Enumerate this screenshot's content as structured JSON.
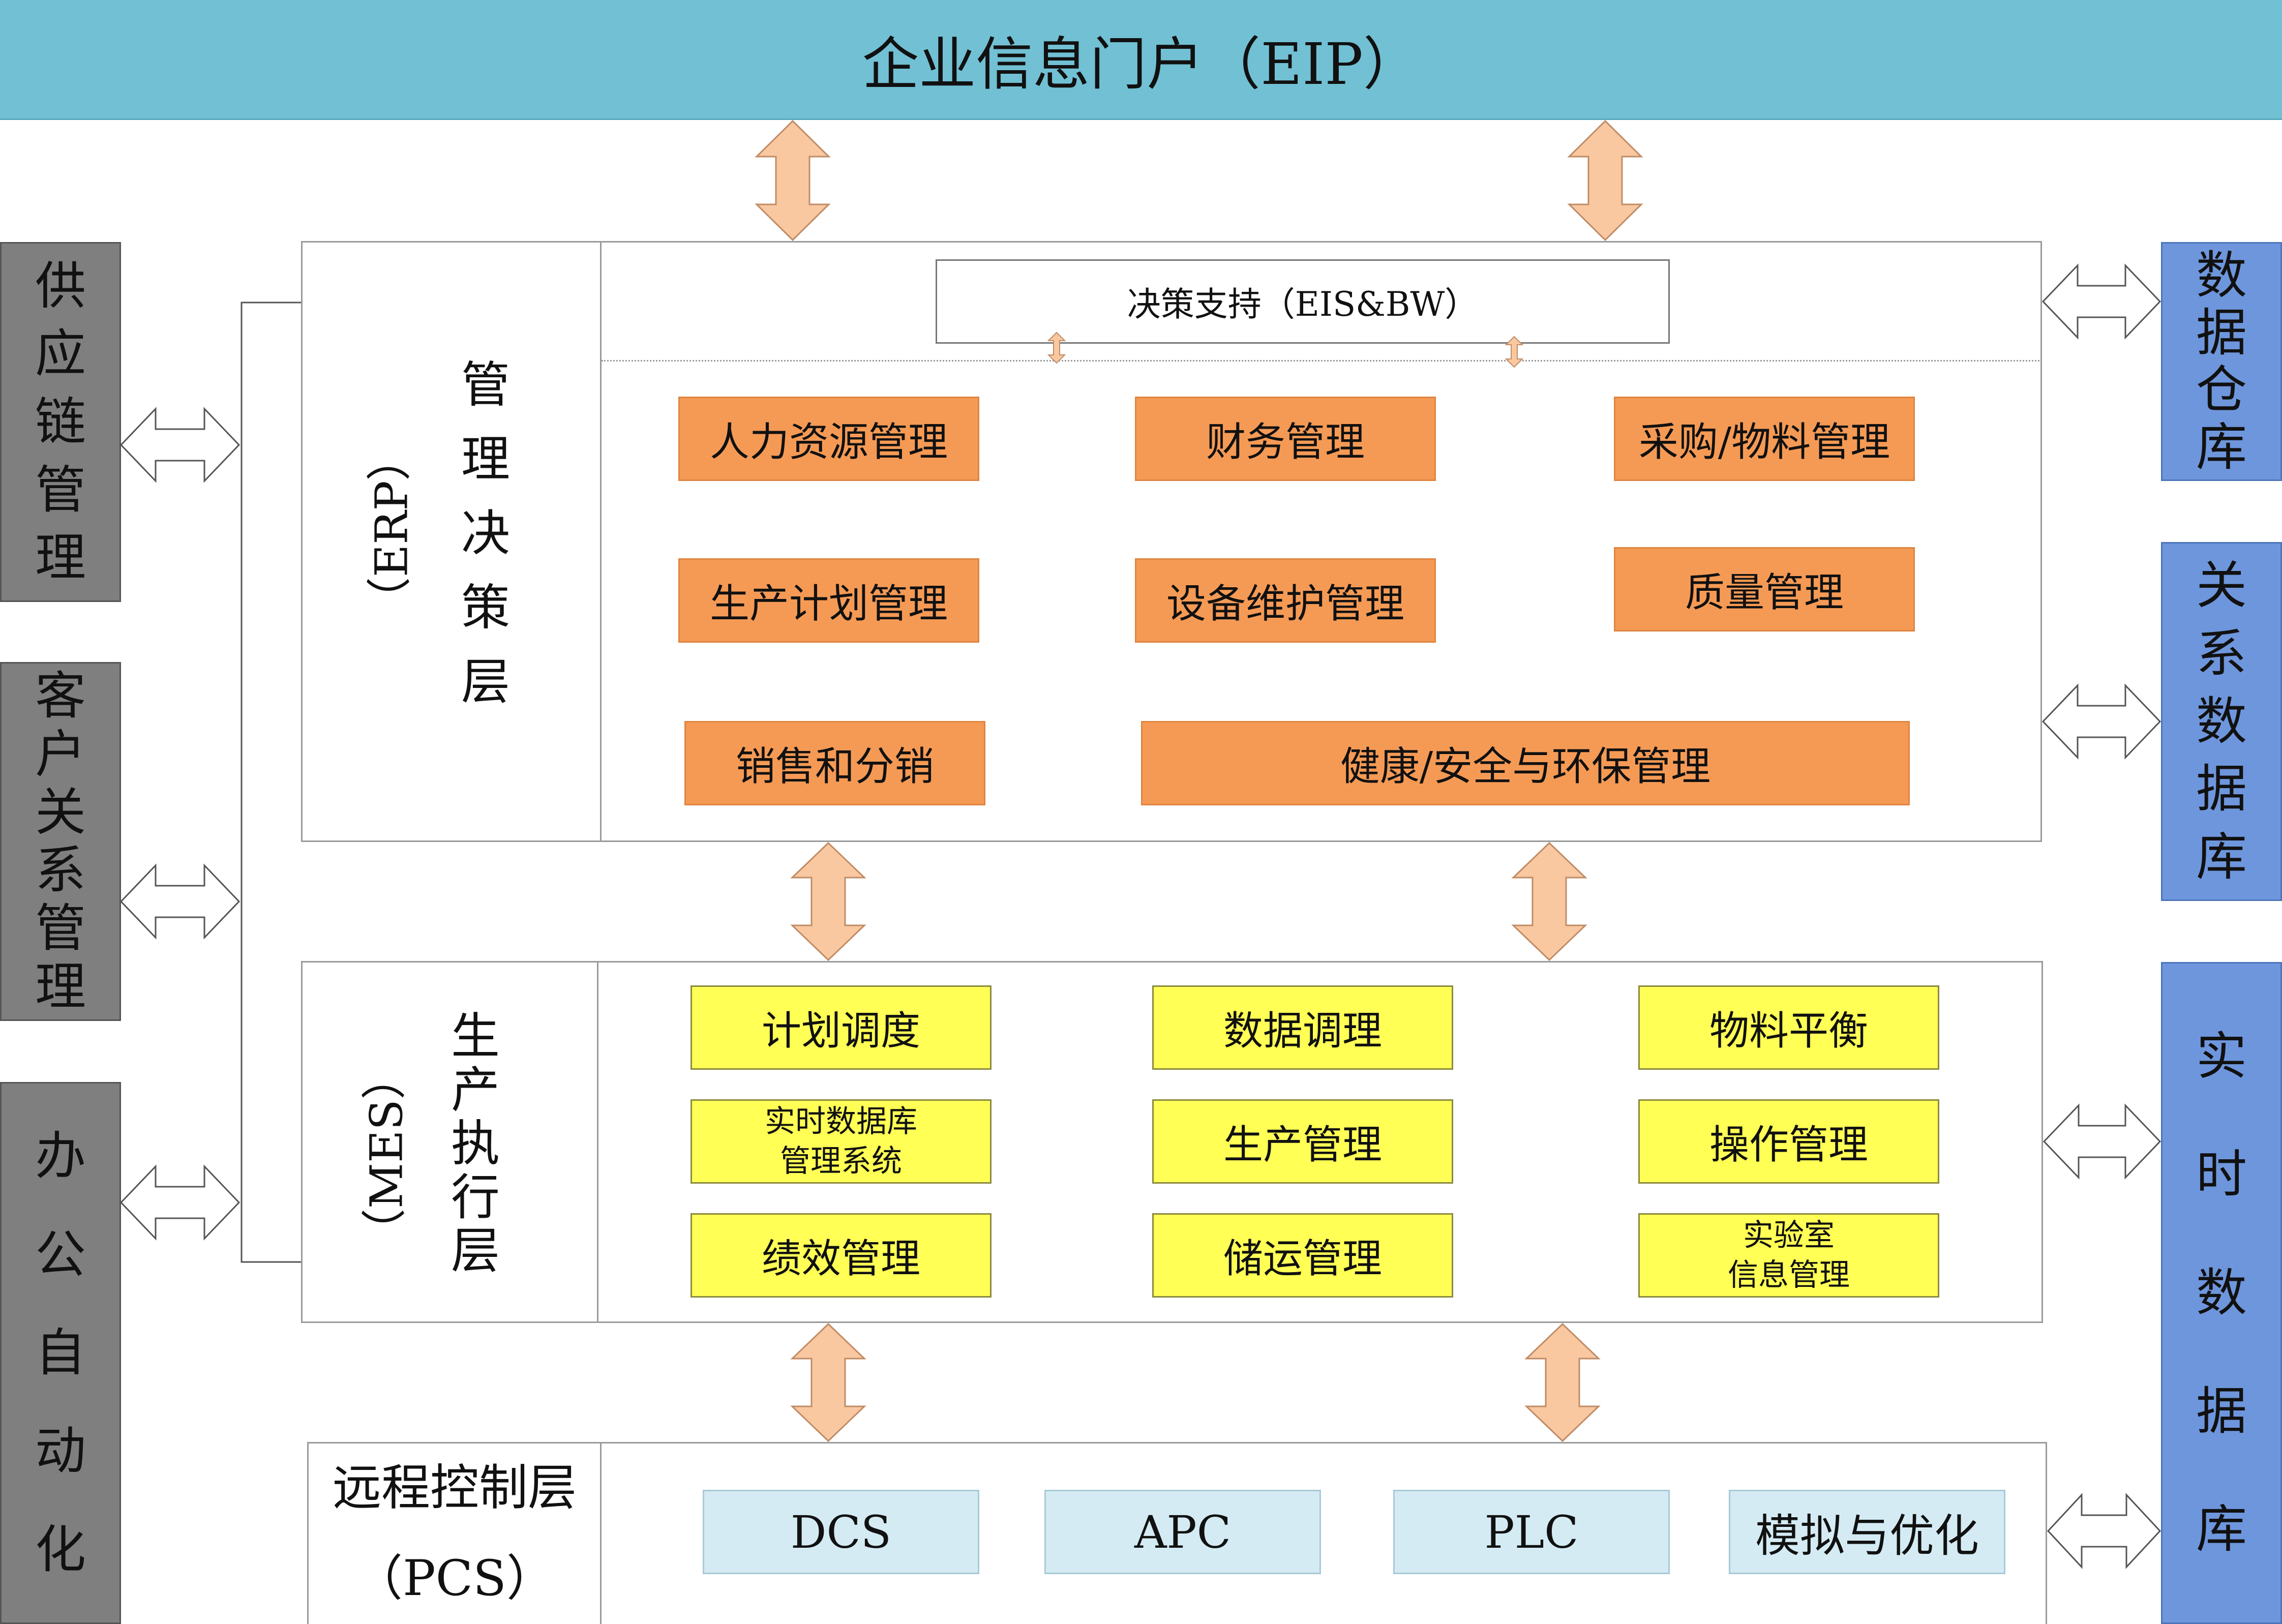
{
  "eip": {
    "title": "企业信息门户（EIP）"
  },
  "left_sidebar": [
    {
      "chars": [
        "供",
        "应",
        "链",
        "管",
        "理"
      ]
    },
    {
      "chars": [
        "客",
        "户",
        "关",
        "系",
        "管",
        "理"
      ]
    },
    {
      "chars": [
        "办",
        "公",
        "自",
        "动",
        "化"
      ]
    }
  ],
  "right_sidebar": [
    {
      "chars": [
        "数",
        "据",
        "仓",
        "库"
      ]
    },
    {
      "chars": [
        "关",
        "系",
        "数",
        "据",
        "库"
      ]
    },
    {
      "chars": [
        "实",
        "时",
        "数",
        "据",
        "库"
      ]
    }
  ],
  "erp": {
    "title_chars": [
      "管",
      "理",
      "决",
      "策",
      "层"
    ],
    "abbr": "（ERP）",
    "decision_support": "决策支持（EIS&BW）",
    "modules": [
      "人力资源管理",
      "财务管理",
      "采购/物料管理",
      "生产计划管理",
      "设备维护管理",
      "质量管理",
      "销售和分销",
      "健康/安全与环保管理"
    ]
  },
  "mes": {
    "title_chars": [
      "生",
      "产",
      "执",
      "行",
      "层"
    ],
    "abbr": "（MES）",
    "modules": [
      [
        "计划调度"
      ],
      [
        "数据调理"
      ],
      [
        "物料平衡"
      ],
      [
        "实时数据库",
        "管理系统"
      ],
      [
        "生产管理"
      ],
      [
        "操作管理"
      ],
      [
        "绩效管理"
      ],
      [
        "储运管理"
      ],
      [
        "实验室",
        "信息管理"
      ]
    ]
  },
  "pcs": {
    "title": "远程控制层",
    "abbr": "（PCS）",
    "modules": [
      "DCS",
      "APC",
      "PLC",
      "模拟与优化"
    ]
  },
  "colors": {
    "eip": "#72c0d4",
    "left_sidebar": "#7f7f7f",
    "right_sidebar": "#6e96dc",
    "erp_module": "#f59a55",
    "mes_module": "#ffff55",
    "pcs_module": "#d4ebf3",
    "arrow_fill": "#f9c8a0"
  }
}
